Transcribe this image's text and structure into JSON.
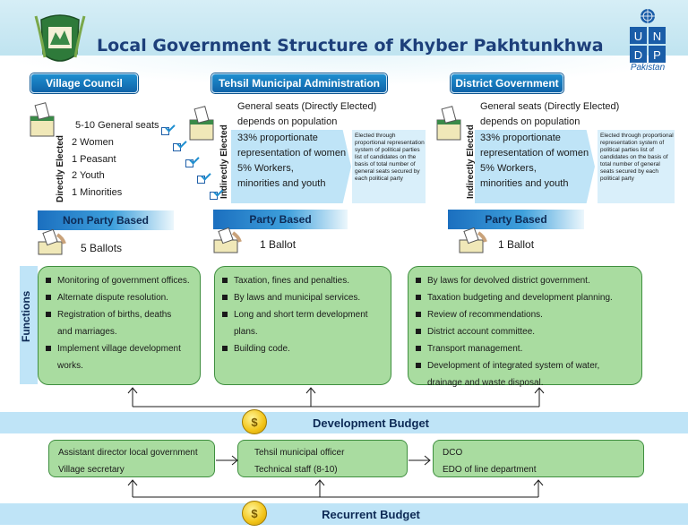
{
  "title": "Local Government Structure of Khyber Pakhtunkhwa",
  "logo": {
    "undp_letters": [
      "U",
      "N",
      "D",
      "P"
    ],
    "undp_sub": "Pakistan"
  },
  "columns": {
    "village": {
      "title": "Village Council",
      "side_label": "Directly Elected",
      "seats": [
        "5-10 General seats",
        "2 Women",
        "1 Peasant",
        "2 Youth",
        "1 Minorities"
      ],
      "party": "Non Party Based",
      "ballot": "5 Ballots"
    },
    "tehsil": {
      "title": "Tehsil Municipal Administration",
      "general_1": "General seats  (Directly Elected)",
      "general_2": "depends on population",
      "side_label": "Indirectly Elected",
      "indirect": [
        "33% proportionate",
        "representation of women",
        "5% Workers,",
        "minorities and youth"
      ],
      "note": "Elected through proportional representation system of political parties list of candidates on the basis of total number of general seats secured by each political party",
      "party": "Party Based",
      "ballot": "1 Ballot"
    },
    "district": {
      "title": "District Government",
      "general_1": "General seats  (Directly Elected)",
      "general_2": "depends on population",
      "side_label": "Indirectly Elected",
      "indirect": [
        "33% proportionate",
        "representation of women",
        "5% Workers,",
        "minorities and youth"
      ],
      "note": "Elected through proportional representation system of political parties list of candidates on the basis of total number of general seats secured by each political party",
      "party": "Party Based",
      "ballot": "1 Ballot"
    }
  },
  "functions": {
    "label": "Functions",
    "village": [
      "Monitoring of government offices.",
      "Alternate dispute resolution.",
      "Registration of births, deaths",
      "and marriages.",
      "Implement village development",
      "works."
    ],
    "tehsil": [
      "Taxation, fines and penalties.",
      "By laws and municipal services.",
      "Long and short term development",
      "plans.",
      "Building code."
    ],
    "district": [
      "By laws for devolved district government.",
      "Taxation budgeting and development planning.",
      "Review of recommendations.",
      "District account committee.",
      "Transport management.",
      "Development of integrated system of water,",
      "drainage and waste disposal."
    ]
  },
  "development_budget": "Development Budget",
  "recurrent_budget": "Recurrent Budget",
  "officials": {
    "village": [
      "Assistant director local government",
      "Village secretary"
    ],
    "tehsil": [
      "Tehsil municipal officer",
      "Technical staff (8-10)"
    ],
    "district": [
      "DCO",
      "EDO of line department"
    ]
  },
  "coin_symbol": "$",
  "colors": {
    "pill_blue": "#0f63a8",
    "light_blue": "#bfe4f7",
    "green_fill": "#a9dca0",
    "green_border": "#3f8f3f",
    "title_blue": "#1d3f7a"
  }
}
